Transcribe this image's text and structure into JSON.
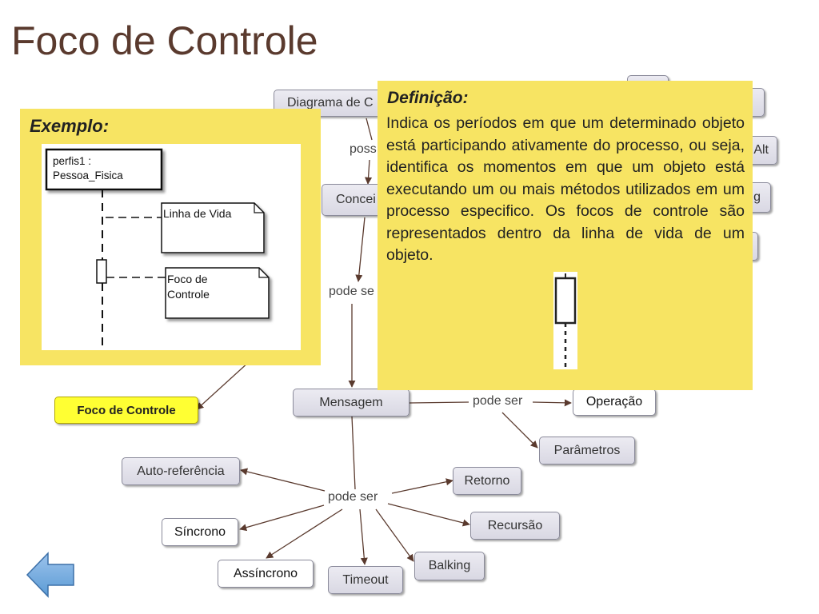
{
  "slide": {
    "title": "Foco de Controle"
  },
  "concept_map": {
    "nodes": {
      "diagrama": "Diagrama de C",
      "conceito": "Concei",
      "mensagem": "Mensagem",
      "operacao": "Operação",
      "parametros": "Parâmetros",
      "autoreferencia": "Auto-referência",
      "retorno": "Retorno",
      "sincrono": "Síncrono",
      "recursao": "Recursão",
      "assincrono": "Assíncrono",
      "timeout": "Timeout",
      "balking": "Balking",
      "foco": "Foco de Controle",
      "right_alt": "Alt",
      "right_g": "g"
    },
    "links": {
      "possui": "poss",
      "pode_ser_1": "pode se",
      "pode_ser_2": "pode ser",
      "pode_ser_3": "pode ser"
    }
  },
  "definition": {
    "title": "Definição:",
    "body": "Indica os períodos em que um determinado objeto está participando ativamente do processo, ou seja, identifica os momentos em que um objeto está executando um ou mais métodos utilizados em um processo especifico. Os focos de controle são representados dentro da linha de vida de um objeto."
  },
  "example": {
    "title": "Exemplo:",
    "object_line1": "perfis1 :",
    "object_line2": "Pessoa_Fisica",
    "note_lifeline": "Linha de Vida",
    "note_focus_line1": "Foco de",
    "note_focus_line2": "Controle"
  },
  "colors": {
    "panel": "#f7e463",
    "highlight": "#ffff33",
    "arrow": "#5b9bd5"
  },
  "icons": {
    "back": "left-arrow-icon"
  }
}
